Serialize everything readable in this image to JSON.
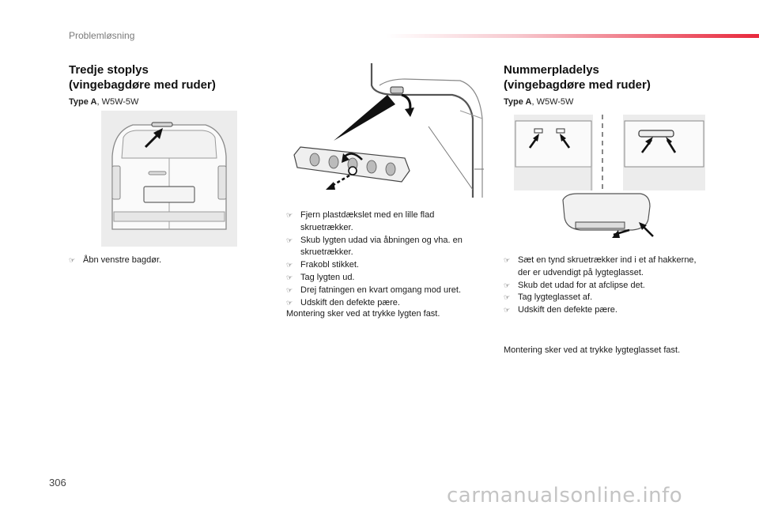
{
  "header": {
    "section": "Problemløsning",
    "page_number": "306",
    "accent_color": "#e8283c"
  },
  "watermark": "carmanualsonline.info",
  "left": {
    "title_line1": "Tredje stoplys",
    "title_line2": "(vingebagdøre med ruder)",
    "type_bold": "Type A",
    "type_rest": ", W5W-5W",
    "step": "Åbn venstre bagdør."
  },
  "middle": {
    "steps": [
      "Fjern plastdækslet med en lille flad skruetrækker.",
      "Skub lygten udad via åbningen og vha. en skruetrækker.",
      "Frakobl stikket.",
      "Tag lygten ud.",
      "Drej fatningen en kvart omgang mod uret.",
      "Udskift den defekte pære."
    ],
    "note": "Montering sker ved at trykke lygten fast."
  },
  "right": {
    "title_line1": "Nummerpladelys",
    "title_line2": "(vingebagdøre med ruder)",
    "type_bold": "Type A",
    "type_rest": ", W5W-5W",
    "steps": [
      "Sæt en tynd skruetrækker ind i et af hakkerne, der er udvendigt på lygteglasset.",
      "Skub det udad for at afclipse det.",
      "Tag lygteglasset af.",
      "Udskift den defekte pære."
    ],
    "note": "Montering sker ved at trykke lygteglasset fast."
  },
  "bullet_icon": "pointing-hand-icon"
}
